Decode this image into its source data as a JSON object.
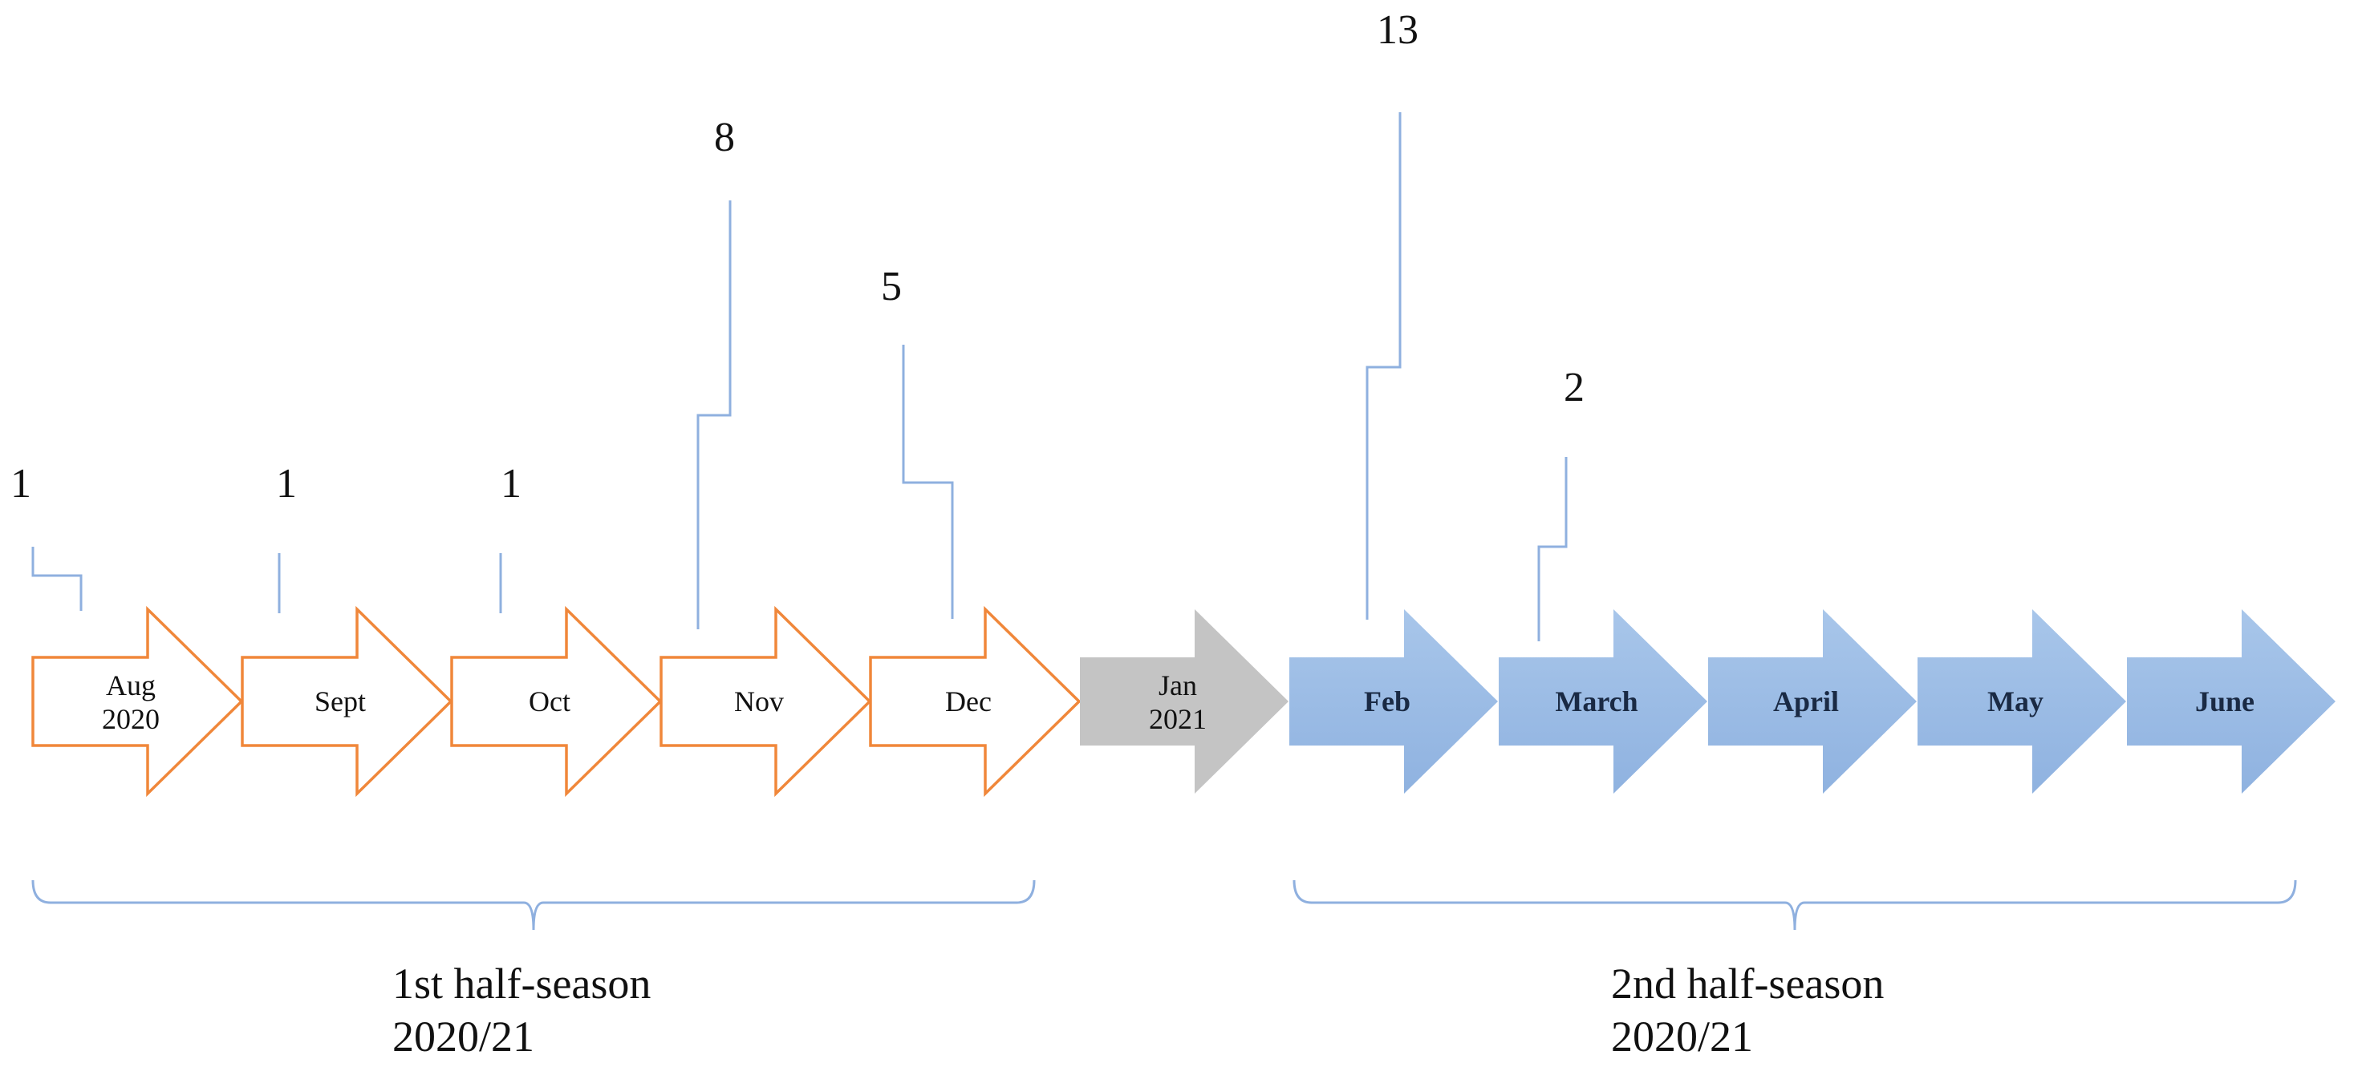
{
  "months": [
    {
      "lines": [
        "Aug",
        "2020"
      ],
      "style": "first-half",
      "count": "1"
    },
    {
      "lines": [
        "Sept"
      ],
      "style": "first-half",
      "count": "1"
    },
    {
      "lines": [
        "Oct"
      ],
      "style": "first-half",
      "count": "1"
    },
    {
      "lines": [
        "Nov"
      ],
      "style": "first-half",
      "count": "8"
    },
    {
      "lines": [
        "Dec"
      ],
      "style": "first-half",
      "count": "5"
    },
    {
      "lines": [
        "Jan",
        "2021"
      ],
      "style": "break",
      "count": ""
    },
    {
      "lines": [
        "Feb"
      ],
      "style": "second-half",
      "count": "13"
    },
    {
      "lines": [
        "March"
      ],
      "style": "second-half",
      "count": "2"
    },
    {
      "lines": [
        "April"
      ],
      "style": "second-half",
      "count": ""
    },
    {
      "lines": [
        "May"
      ],
      "style": "second-half",
      "count": ""
    },
    {
      "lines": [
        "June"
      ],
      "style": "second-half",
      "count": ""
    }
  ],
  "seasons": [
    {
      "label_line1": "1st half-season",
      "label_line2": "2020/21"
    },
    {
      "label_line1": "2nd half-season",
      "label_line2": "2020/21"
    }
  ],
  "colors": {
    "first_half_stroke": "#f0873a",
    "break_fill": "#c4c4c4",
    "second_half_fill_top": "#a8c6ea",
    "second_half_fill_bottom": "#8fb2e0",
    "connector": "#8fb0df",
    "brace": "#8fb0df"
  }
}
